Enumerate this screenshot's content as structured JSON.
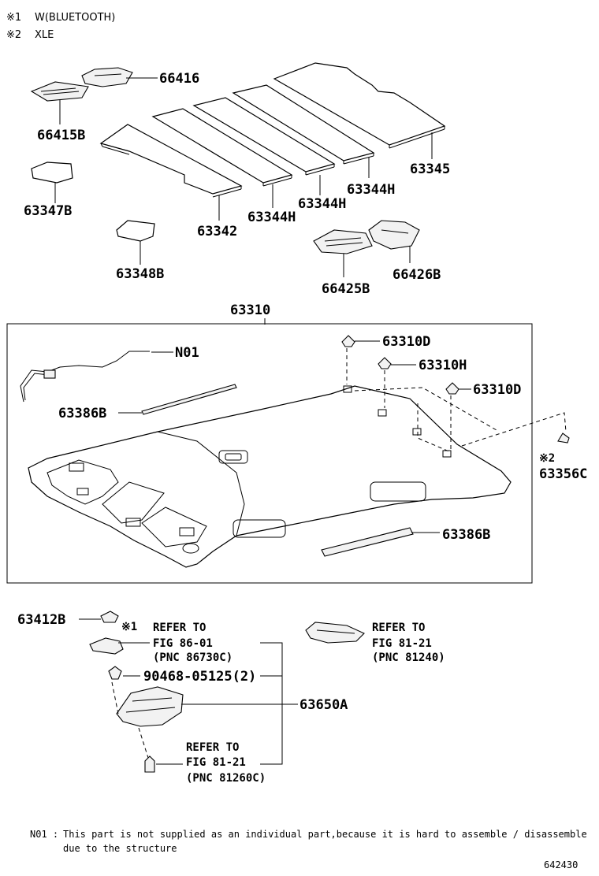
{
  "notes_header": [
    {
      "mark": "※1",
      "text": "W(BLUETOOTH)"
    },
    {
      "mark": "※2",
      "text": "XLE"
    }
  ],
  "part_labels": {
    "p66416": "66416",
    "p66415B": "66415B",
    "p63347B": "63347B",
    "p63342": "63342",
    "p63344H_a": "63344H",
    "p63344H_b": "63344H",
    "p63344H_c": "63344H",
    "p63345": "63345",
    "p63348B": "63348B",
    "p66425B": "66425B",
    "p66426B": "66426B",
    "p63310": "63310",
    "pN01": "N01",
    "p63310D_a": "63310D",
    "p63310H": "63310H",
    "p63310D_b": "63310D",
    "p63386B_a": "63386B",
    "p63356C": "63356C",
    "p63356C_mark": "※2",
    "p63386B_b": "63386B",
    "p63412B": "63412B",
    "p90468": "90468-05125(2)",
    "p63650A": "63650A",
    "ref_mark": "※1"
  },
  "refer_blocks": [
    {
      "line1": "REFER TO",
      "line2": "FIG 86-01",
      "line3": "(PNC 86730C)"
    },
    {
      "line1": "REFER TO",
      "line2": "FIG 81-21",
      "line3": "(PNC 81240)"
    },
    {
      "line1": "REFER TO",
      "line2": "FIG 81-21",
      "line3": "(PNC 81260C)"
    }
  ],
  "footnote": {
    "code": "N01 :",
    "line1": "This part is not supplied as an individual part,because it is hard to assemble / disassemble",
    "line2": "due to the structure"
  },
  "figure_id": "642430"
}
